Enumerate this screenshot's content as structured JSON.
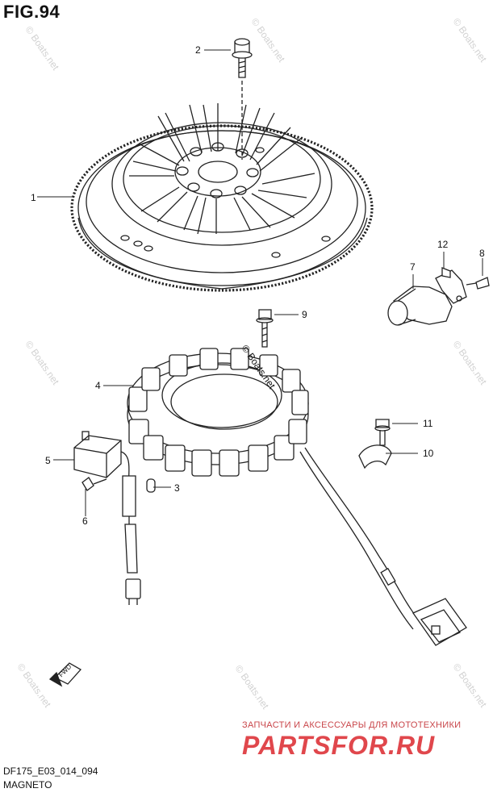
{
  "figure_title": "FIG.94",
  "callouts": {
    "c1": "1",
    "c2": "2",
    "c3": "3",
    "c4": "4",
    "c5": "5",
    "c6": "6",
    "c7": "7",
    "c8": "8",
    "c9": "9",
    "c10": "10",
    "c11": "11",
    "c12": "12"
  },
  "watermark_text": "© Boats.net",
  "fwd_label": "FWD",
  "footer": {
    "code": "DF175_E03_014_094",
    "name": "MAGNETO"
  },
  "promo": {
    "tagline": "ЗАПЧАСТИ И АКСЕССУАРЫ ДЛЯ МОТОТЕХНИКИ",
    "brand": "PARTSFOR.RU"
  },
  "colors": {
    "line": "#222222",
    "brand": "#e0474c",
    "watermark": "#d2d2d2"
  }
}
